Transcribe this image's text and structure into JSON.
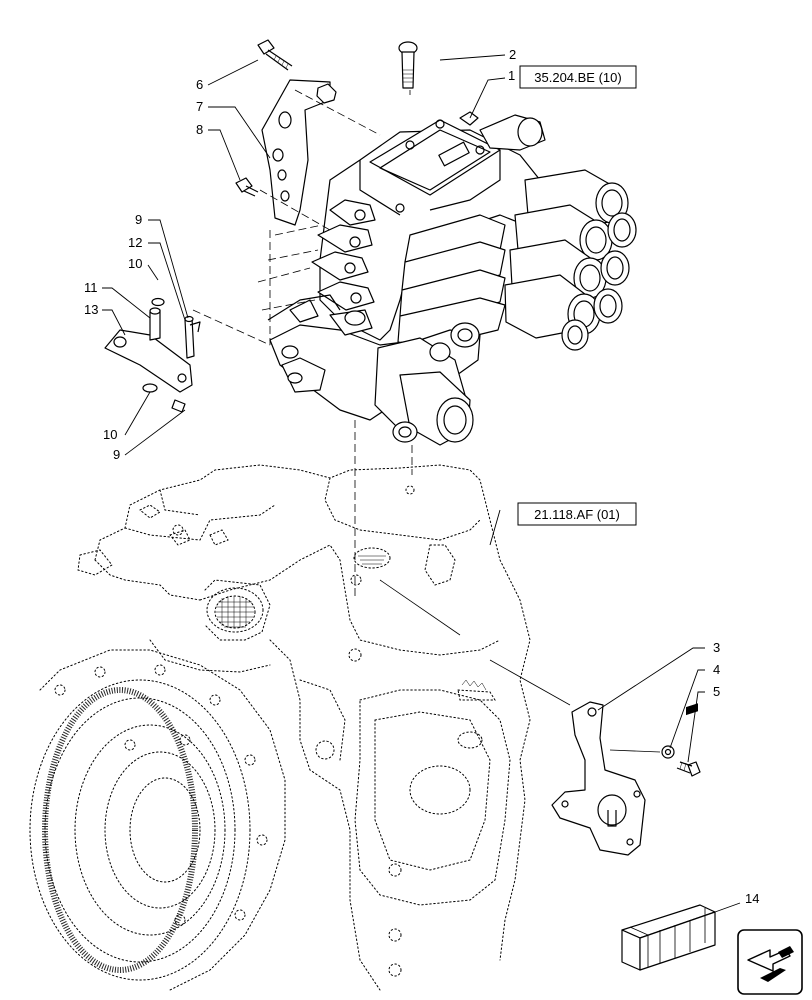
{
  "diagram": {
    "part_numbers": [
      "1",
      "2",
      "3",
      "4",
      "5",
      "6",
      "7",
      "8",
      "9",
      "9",
      "10",
      "10",
      "11",
      "12",
      "13",
      "14"
    ],
    "references": {
      "valve_ref": "35.204.BE (10)",
      "transmission_ref": "21.118.AF (01)"
    }
  },
  "icons": {
    "kit_box": "kit-box-icon",
    "navigation_arrow": "return-arrow-icon"
  }
}
